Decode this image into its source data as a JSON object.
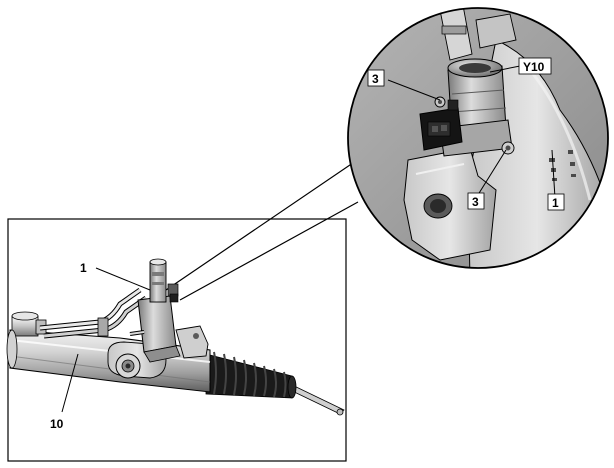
{
  "callouts": {
    "steering_gear_main": "1",
    "steering_gear_detail": "1",
    "rack_housing": "10",
    "fastener_top": "3",
    "fastener_bottom": "3",
    "valve": "Y10"
  },
  "colors": {
    "line": "#000000",
    "metal_light": "#e4e4e4",
    "metal_mid": "#b8b8b8",
    "metal_dark": "#6e6e6e",
    "rubber_boot": "#1a1a1a",
    "detail_background": "#9a9a9a"
  }
}
